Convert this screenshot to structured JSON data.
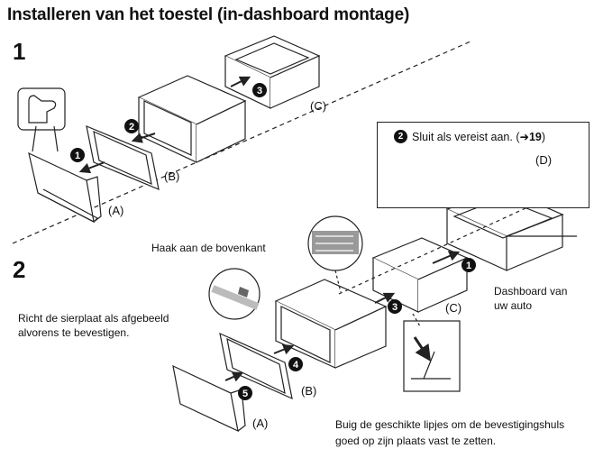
{
  "title": "Installeren van het toestel (in-dashboard montage)",
  "section_1": {
    "number": "1"
  },
  "section_2": {
    "number": "2"
  },
  "parts": {
    "a": "(A)",
    "b": "(B)",
    "c": "(C)",
    "d": "(D)"
  },
  "steps": {
    "s1": "1",
    "s2": "2",
    "s3": "3",
    "s4": "4",
    "s5": "5"
  },
  "callout": {
    "step": "2",
    "text": "Sluit als vereist aan. (",
    "ref": "➜19",
    "close": ")"
  },
  "labels": {
    "hook_top": "Haak aan de bovenkant",
    "align_plate_1": "Richt de sierplaat als afgebeeld",
    "align_plate_2": "alvorens te bevestigen.",
    "dashboard_1": "Dashboard van",
    "dashboard_2": "uw auto",
    "bend_tabs_1": "Buig de geschikte lipjes om de bevestigingshuls",
    "bend_tabs_2": "goed op zijn plaats vast te zetten."
  }
}
